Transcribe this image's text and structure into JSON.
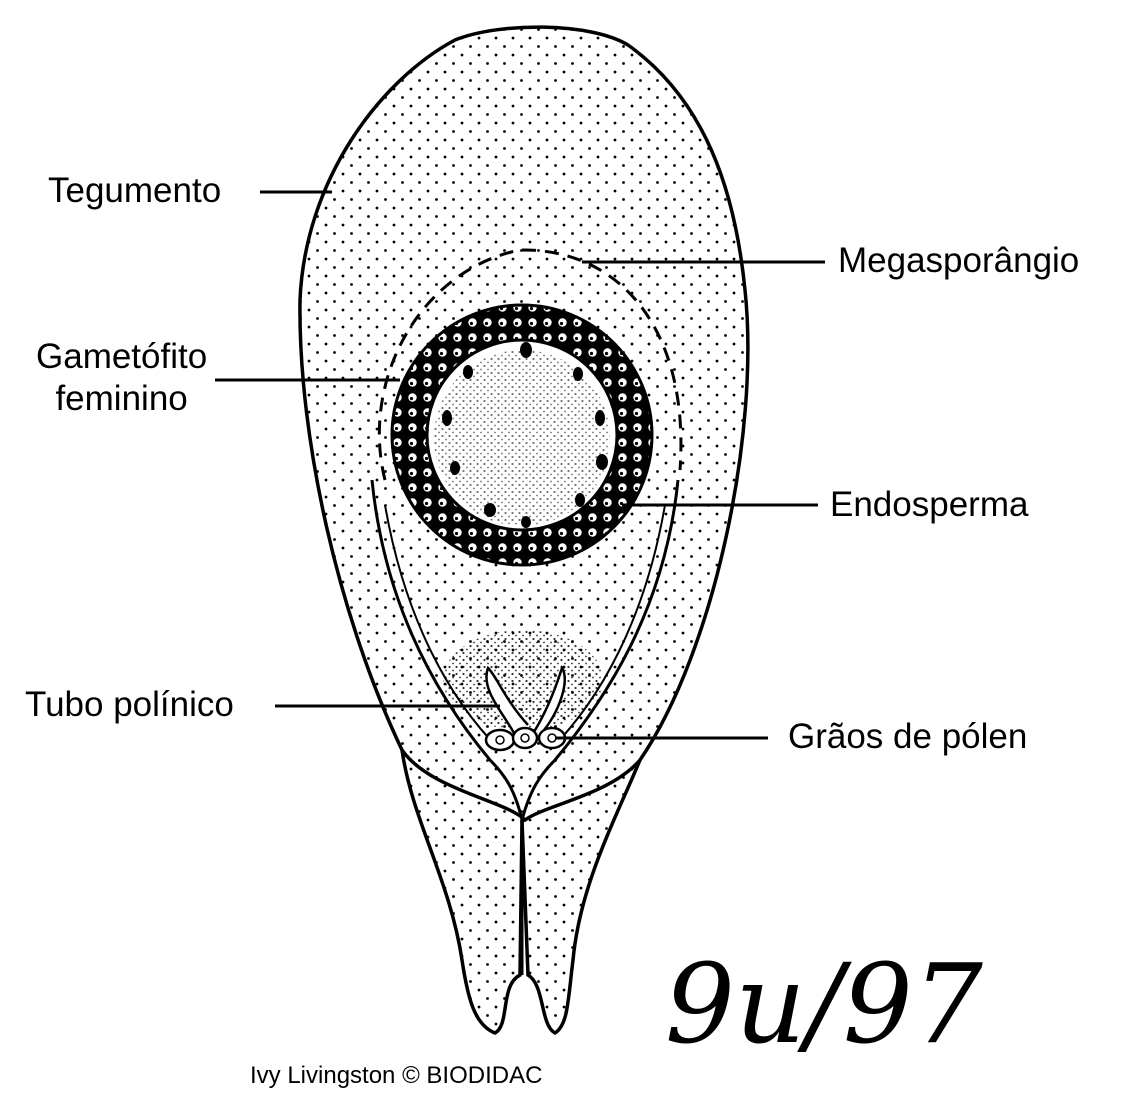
{
  "labels": {
    "tegumento": "Tegumento",
    "megasporangio": "Megasporângio",
    "gametofito_line1": "Gametófito",
    "gametofito_line2": "feminino",
    "endosperma": "Endosperma",
    "tubo_polinico": "Tubo polínico",
    "graos_de_polen": "Grãos de pólen"
  },
  "credit": "Ivy Livingston © BIODIDAC",
  "signature": "9u/97"
}
